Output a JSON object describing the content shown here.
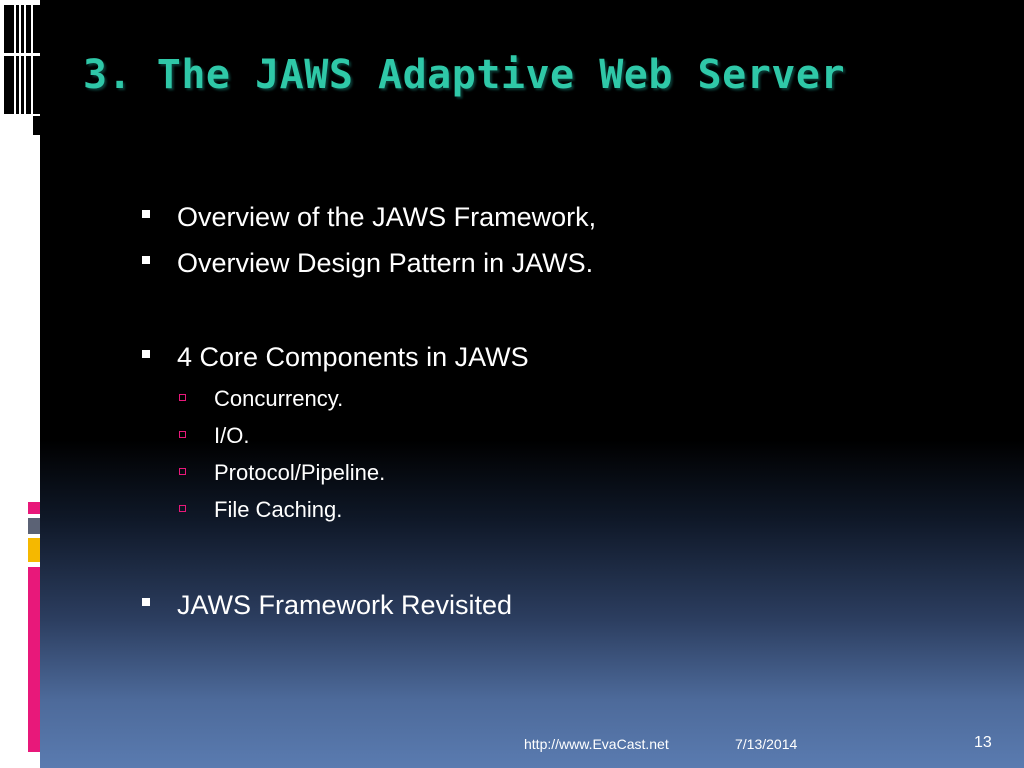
{
  "slide": {
    "title": "3. The JAWS Adaptive Web Server",
    "bullets": [
      {
        "text": "Overview of the JAWS Framework,"
      },
      {
        "text": "Overview Design Pattern in JAWS."
      },
      {
        "text": "4 Core Components in JAWS",
        "sub": [
          {
            "text": "Concurrency."
          },
          {
            "text": "I/O."
          },
          {
            "text": "Protocol/Pipeline."
          },
          {
            "text": "File Caching."
          }
        ]
      },
      {
        "text": "JAWS Framework Revisited"
      }
    ],
    "footer": {
      "url": "http://www.EvaCast.net",
      "date": "7/13/2014",
      "page": "13"
    }
  },
  "colors": {
    "title": "#2fc8a8",
    "accent_pink": "#e8187a",
    "accent_orange": "#f5b800",
    "accent_gray": "#5b6275",
    "background_bottom": "#5a7bb0"
  },
  "icons": {
    "logo": "window-grid-icon",
    "bullet_level1": "square-bullet-icon",
    "bullet_level2": "hollow-square-bullet-icon"
  }
}
